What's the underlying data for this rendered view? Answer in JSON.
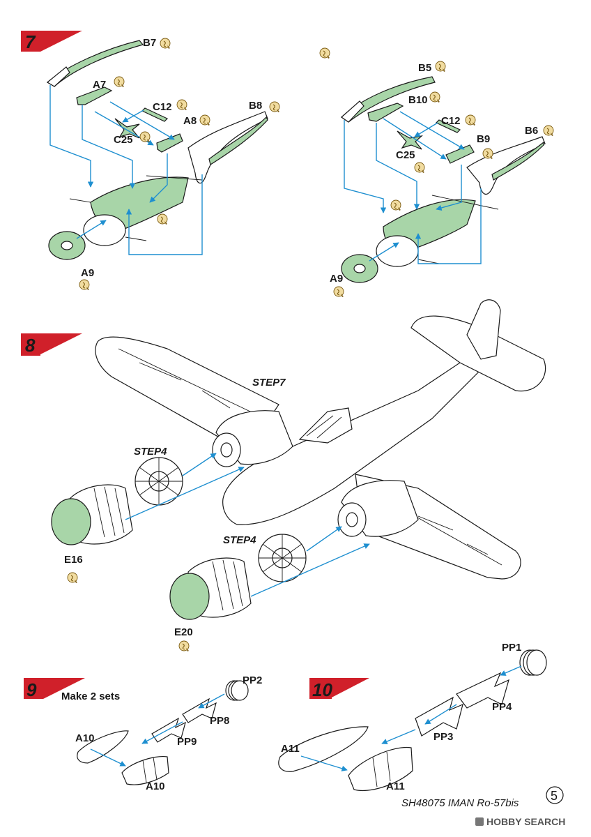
{
  "steps": {
    "s7": {
      "number": "7"
    },
    "s8": {
      "number": "8"
    },
    "s9": {
      "number": "9",
      "note": "Make 2 sets"
    },
    "s10": {
      "number": "10"
    }
  },
  "step7_left": {
    "labels": [
      "B7",
      "A7",
      "C12",
      "A8",
      "C25",
      "B8",
      "A9"
    ]
  },
  "step7_right": {
    "labels": [
      "B5",
      "B10",
      "C12",
      "B9",
      "C25",
      "B6",
      "A9"
    ]
  },
  "step8": {
    "refs": [
      "STEP7",
      "STEP4",
      "STEP4"
    ],
    "labels": [
      "E16",
      "E20"
    ]
  },
  "step9": {
    "labels": [
      "PP2",
      "PP8",
      "PP9",
      "A10",
      "A10"
    ]
  },
  "step10": {
    "labels": [
      "PP1",
      "PP4",
      "PP3",
      "A11",
      "A11"
    ]
  },
  "glue_symbol": "J",
  "footer": {
    "kit": "SH48075 IMAN Ro-57bis",
    "page_number": "5",
    "watermark": "HOBBY SEARCH"
  },
  "colors": {
    "part_fill": "#a8d5a8",
    "step_flag": "#d0202a",
    "arrow": "#1e8fd0"
  }
}
